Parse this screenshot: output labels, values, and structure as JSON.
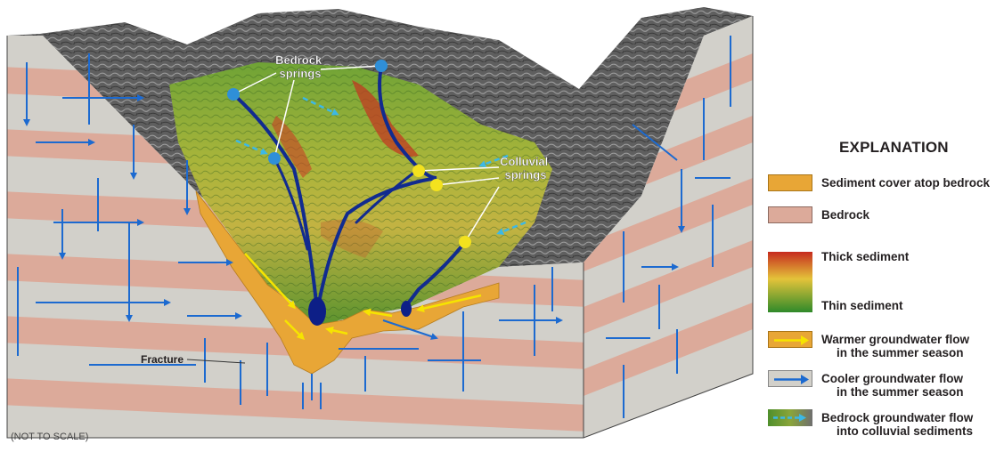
{
  "diagram": {
    "labels": {
      "bedrock_springs_line1": "Bedrock",
      "bedrock_springs_line2": "springs",
      "colluvial_springs_line1": "Colluvial",
      "colluvial_springs_line2": "springs",
      "fracture": "Fracture",
      "not_to_scale": "(NOT TO SCALE)"
    },
    "colors": {
      "sediment_cover": "#e8a636",
      "bedrock_pink": "#dcaa9a",
      "bedrock_gray": "#d2d0ca",
      "warm_flow": "#f6e400",
      "cool_flow": "#1c6ad0",
      "bedrock_spring_dot": "#2f8fd8",
      "colluvial_spring_dot": "#f3e21e",
      "stream": "#112b8f"
    }
  },
  "legend": {
    "title": "EXPLANATION",
    "items": [
      {
        "id": "sediment",
        "line1": "Sediment cover atop bedrock",
        "line2": ""
      },
      {
        "id": "bedrock",
        "line1": "Bedrock",
        "line2": ""
      },
      {
        "id": "thick",
        "line1": "Thick sediment",
        "line2": ""
      },
      {
        "id": "thin",
        "line1": "Thin sediment",
        "line2": ""
      },
      {
        "id": "warm",
        "line1": "Warmer groundwater flow",
        "line2": "in the summer season"
      },
      {
        "id": "cool",
        "line1": "Cooler groundwater flow",
        "line2": "in the summer season"
      },
      {
        "id": "bedrock_flow",
        "line1": "Bedrock groundwater flow",
        "line2": "into colluvial sediments"
      }
    ]
  }
}
